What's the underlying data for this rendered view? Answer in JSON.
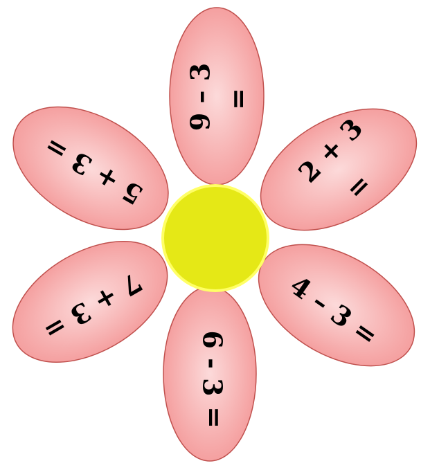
{
  "petals": [
    {
      "expr": "9 – 3",
      "eq": "="
    },
    {
      "expr": "2 + 3",
      "eq": "="
    },
    {
      "expr": "4 – 3 =",
      "eq": ""
    },
    {
      "expr": "6 - 3",
      "eq": "="
    },
    {
      "expr": "7 + 3 =",
      "eq": ""
    },
    {
      "expr": "5 + 3 =",
      "eq": ""
    }
  ],
  "colors": {
    "petal_center": "#fbd0d0",
    "petal_edge": "#f48c8c",
    "petal_stroke": "#c0504d",
    "center_fill": "#e5e816",
    "center_stroke": "#ffff66"
  }
}
